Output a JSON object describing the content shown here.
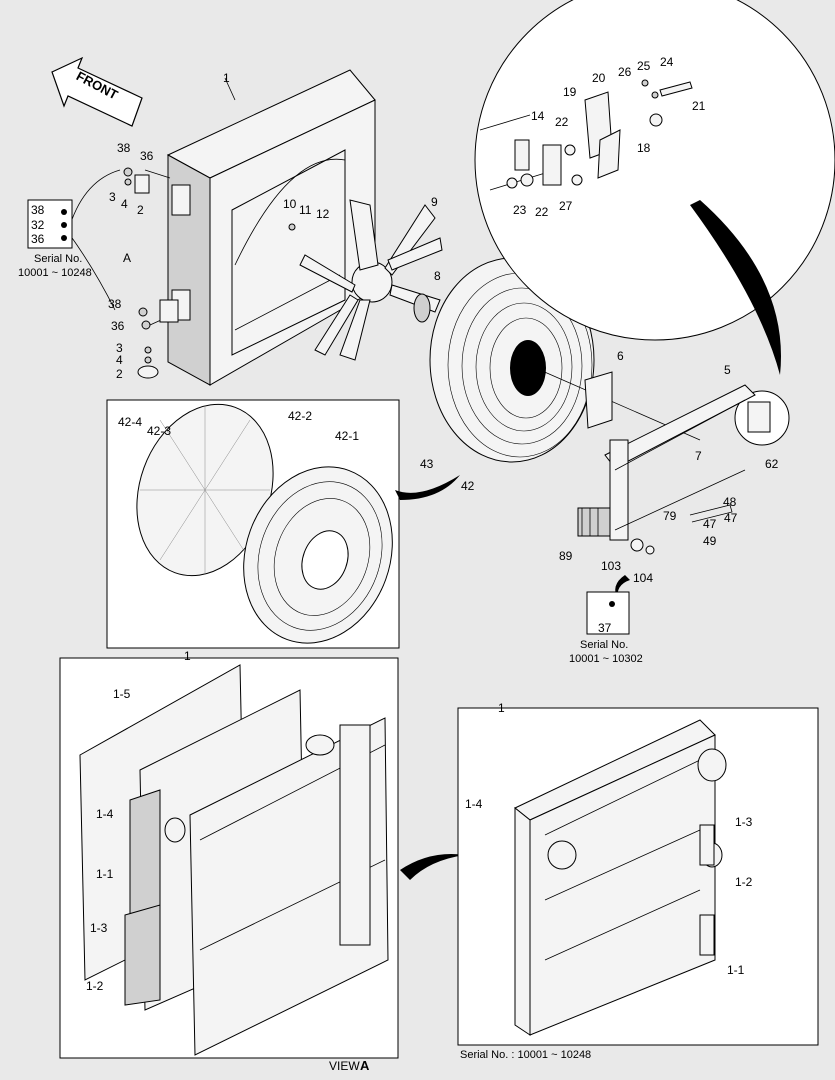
{
  "front_arrow": {
    "label": "FRONT"
  },
  "view_a_marker": {
    "label": "A"
  },
  "serial_top_left": {
    "line1": "Serial No.",
    "line2": "10001 ~ 10248"
  },
  "serial_mid_right": {
    "line1": "Serial No.",
    "line2": "10001 ~ 10302"
  },
  "serial_bottom_right": {
    "text": "Serial No. : 10001 ~ 10248"
  },
  "view_a_caption": {
    "prefix": "VIEW",
    "letter": "A"
  },
  "labels": {
    "main_1": "1",
    "l9": "9",
    "l8": "8",
    "l10": "10",
    "l11": "11",
    "l12": "12",
    "l38a": "38",
    "l36a": "36",
    "l3a": "3",
    "l4a": "4",
    "l2a": "2",
    "box38": "38",
    "box32": "32",
    "box36": "36",
    "l38b": "38",
    "l36b": "36",
    "l3b": "3",
    "l4b": "4",
    "l2b": "2",
    "l20": "20",
    "l19": "19",
    "l26": "26",
    "l25": "25",
    "l24": "24",
    "l21": "21",
    "l14": "14",
    "l22a": "22",
    "l18": "18",
    "l23": "23",
    "l22b": "22",
    "l27": "27",
    "l6": "6",
    "l5": "5",
    "l7": "7",
    "l62": "62",
    "l43": "43",
    "l42": "42",
    "l42_4": "42-4",
    "l42_3": "42-3",
    "l42_2": "42-2",
    "l42_1": "42-1",
    "l48": "48",
    "l79": "79",
    "l47a": "47",
    "l47b": "47",
    "l49": "49",
    "l89": "89",
    "l103": "103",
    "l104": "104",
    "l37": "37",
    "va_1": "1",
    "va_1_5": "1-5",
    "va_1_4": "1-4",
    "va_1_1": "1-1",
    "va_1_3": "1-3",
    "va_1_2": "1-2",
    "br_1": "1",
    "br_1_4": "1-4",
    "br_1_3": "1-3",
    "br_1_2": "1-2",
    "br_1_1": "1-1"
  }
}
